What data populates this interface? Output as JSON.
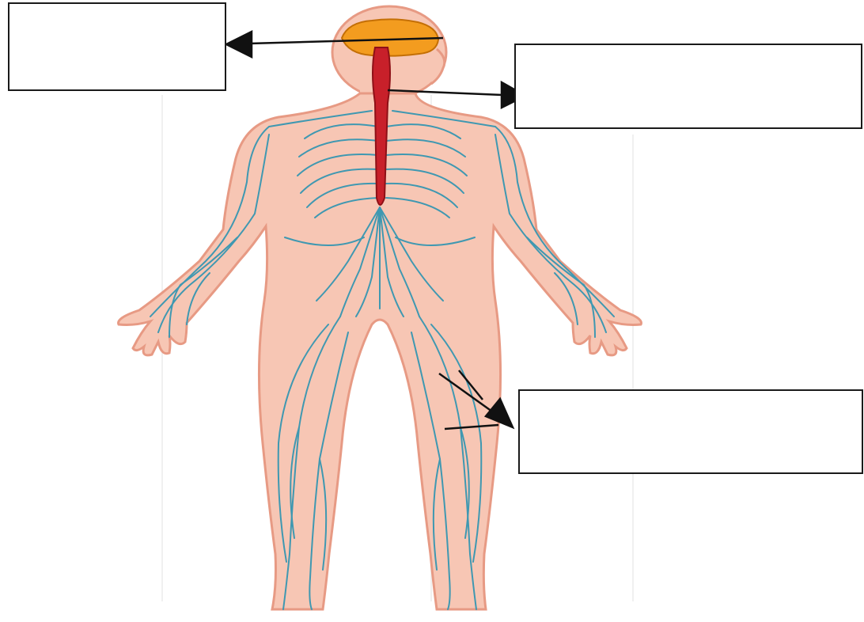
{
  "diagram": {
    "kind": "human nervous system labeling worksheet",
    "labels": [
      {
        "id": "brain",
        "text": ""
      },
      {
        "id": "spinal-cord",
        "text": ""
      },
      {
        "id": "nerves",
        "text": ""
      }
    ],
    "colors": {
      "skin": "#f7c6b4",
      "skin_outline": "#e79a84",
      "brain": "#f39c1f",
      "spinal_cord": "#c8202a",
      "nerves": "#3f98b1",
      "arrow": "#111111",
      "box_border": "#1a1a1a"
    }
  }
}
